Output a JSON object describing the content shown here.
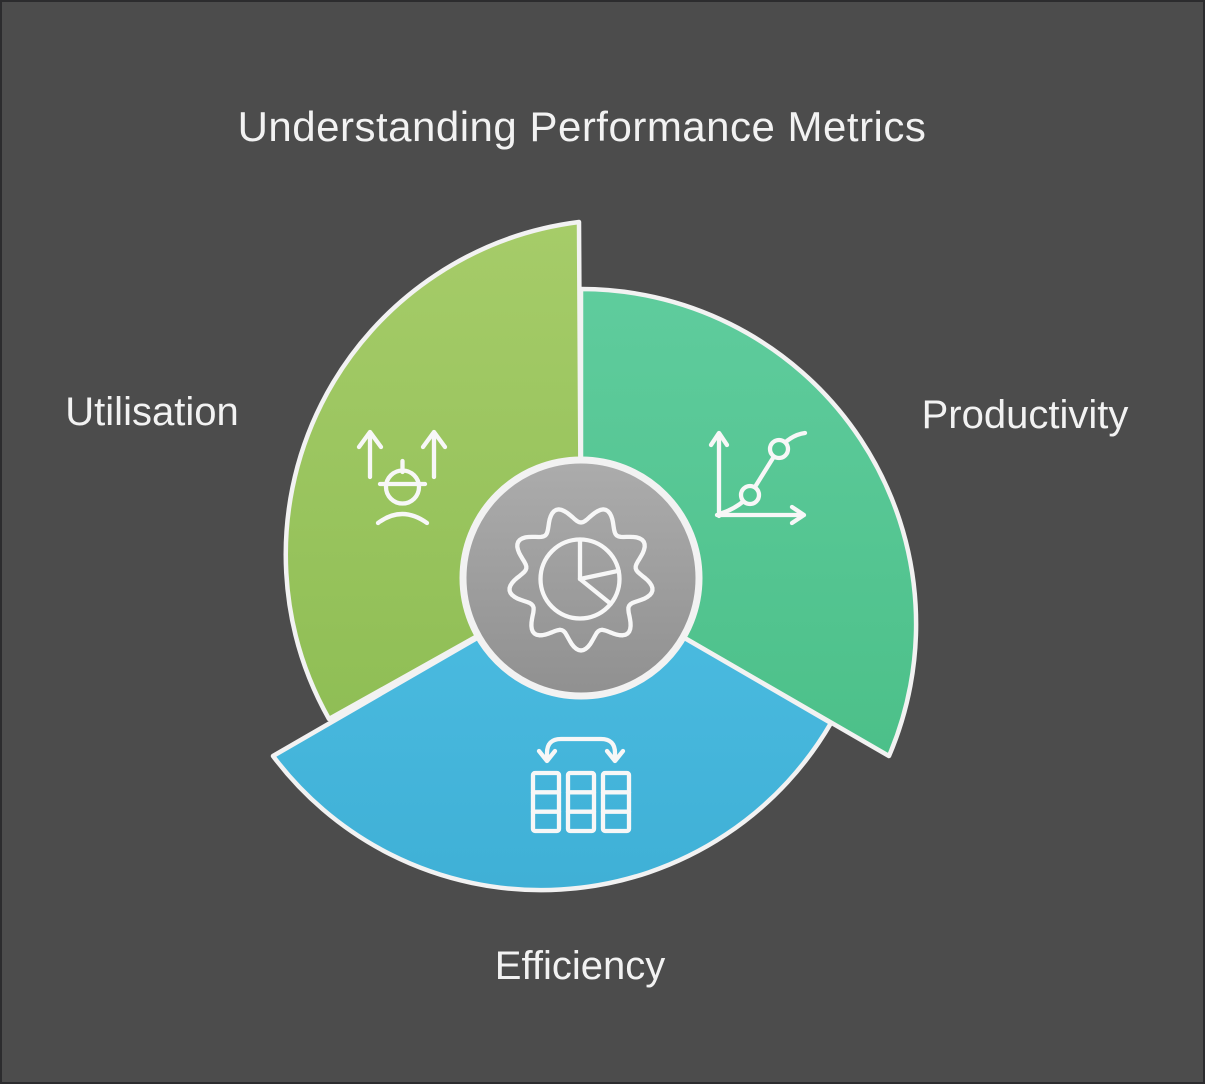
{
  "title": "Understanding Performance Metrics",
  "colors": {
    "background": "#4c4c4c",
    "frame_border": "#2c2c2e",
    "text": "#f2f2f2",
    "petal_stroke": "#f2f2f2",
    "icon_stroke": "#f7f7f7",
    "green_top": "#a6cc69",
    "green_bottom": "#8fbe55",
    "teal_top": "#5fcc9d",
    "teal_bottom": "#4cc089",
    "teal_flat": "#55c794",
    "blue_top": "#4cbce1",
    "blue_bottom": "#3fb0d6",
    "gray_top": "#acacac",
    "gray_bottom": "#909090"
  },
  "segments": [
    {
      "label": "Utilisation",
      "icon": "worker-growth-icon",
      "color": "#9bc560"
    },
    {
      "label": "Productivity",
      "icon": "line-chart-icon",
      "color": "#55c794"
    },
    {
      "label": "Efficiency",
      "icon": "resource-columns-icon",
      "color": "#45b6dc"
    }
  ],
  "center": {
    "icon": "gear-pie-chart-icon"
  }
}
